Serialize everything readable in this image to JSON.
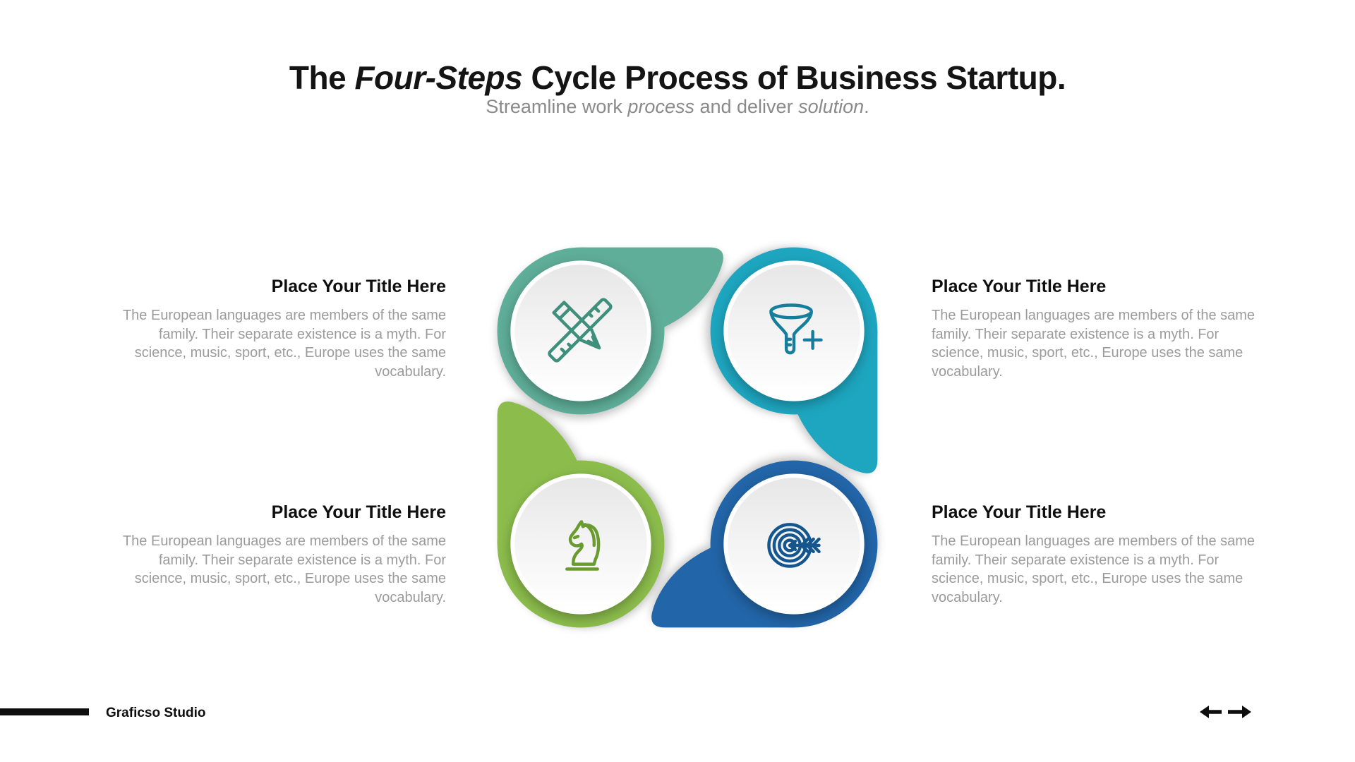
{
  "slide": {
    "title_parts": {
      "pre": "The ",
      "emph": "Four-Steps",
      "post": " Cycle Process of Business Startup."
    },
    "subtitle_parts": {
      "pre": "Streamline work ",
      "em1": "process",
      "mid": " and deliver ",
      "em2": "solution",
      "post": "."
    }
  },
  "steps": [
    {
      "position": "top-left",
      "icon": "pencil-ruler-icon",
      "color": "#5FAE99",
      "icon_color": "#3E8F7B",
      "title": "Place Your Title Here",
      "body": "The European languages are members of the same family. Their separate existence is a myth. For science, music, sport, etc., Europe uses the same vocabulary."
    },
    {
      "position": "top-right",
      "icon": "funnel-plus-icon",
      "color": "#1EA6C0",
      "icon_color": "#147E9C",
      "title": "Place Your Title Here",
      "body": "The European languages are members of the same family. Their separate existence is a myth. For science, music, sport, etc., Europe uses the same vocabulary."
    },
    {
      "position": "bottom-left",
      "icon": "chess-knight-icon",
      "color": "#8CBD4C",
      "icon_color": "#699B30",
      "title": "Place Your Title Here",
      "body": "The European languages are members of the same family. Their separate existence is a myth. For science, music, sport, etc., Europe uses the same vocabulary."
    },
    {
      "position": "bottom-right",
      "icon": "target-arrow-icon",
      "color": "#2265A8",
      "icon_color": "#15568F",
      "title": "Place Your Title Here",
      "body": "The European languages are members of the same family. Their separate existence is a myth. For science, music, sport, etc., Europe uses the same vocabulary."
    }
  ],
  "footer": {
    "brand": "Graficso Studio"
  },
  "nav": {
    "prev_icon": "arrow-left",
    "next_icon": "arrow-right",
    "arrow_color": "#0e0e0e"
  }
}
